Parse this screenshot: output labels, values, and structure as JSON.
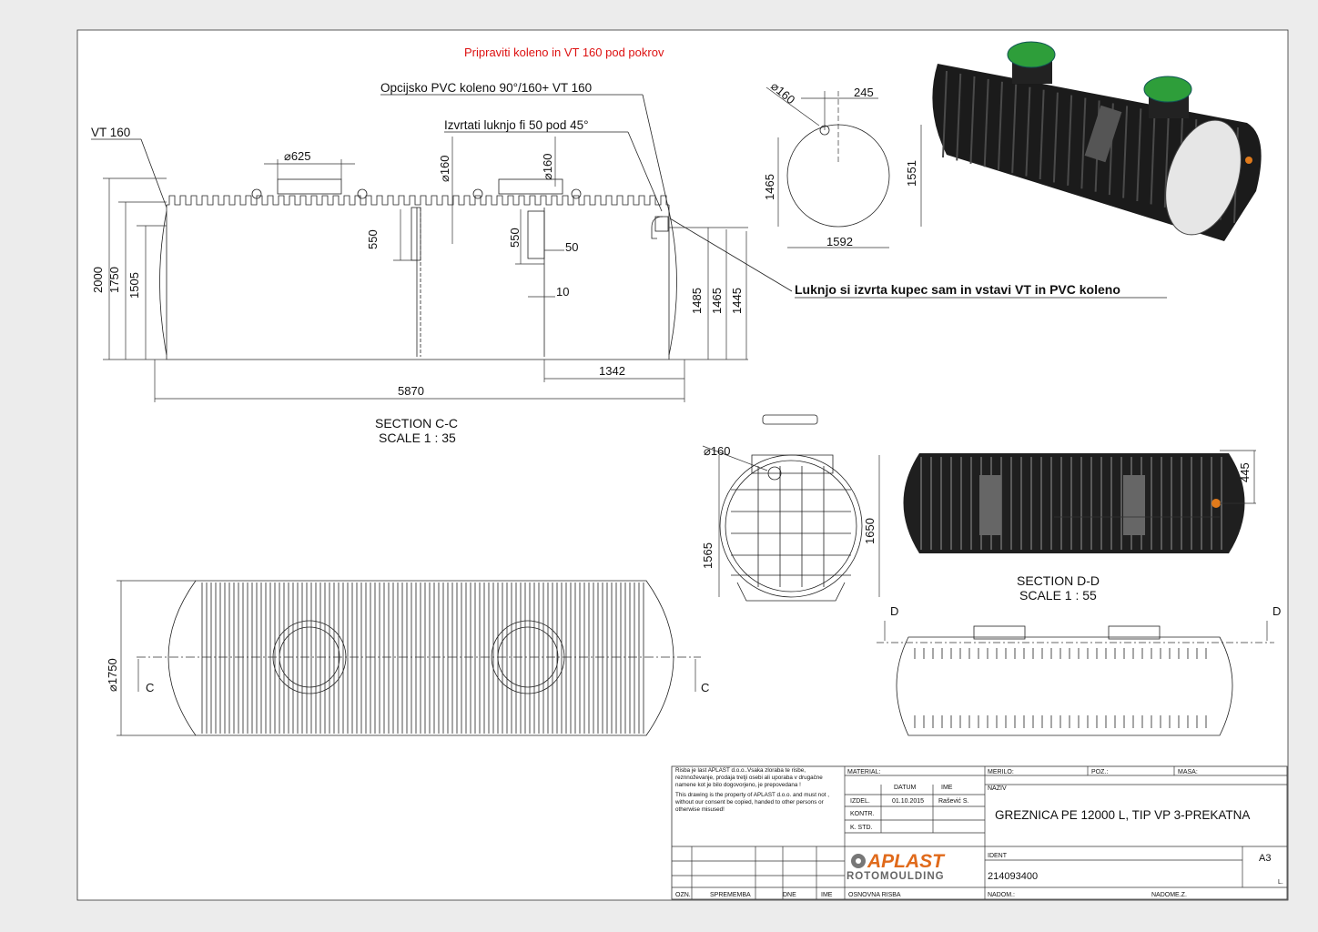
{
  "notes": {
    "top_red": "Pripraviti koleno in VT 160 pod pokrov",
    "pvc_elbow": "Opcijsko PVC koleno 90°/160+ VT 160",
    "drill_hole": "Izvrtati luknjo fi 50 pod 45°",
    "vt": "VT 160",
    "customer_drill": "Luknjo si izvrta kupec sam in vstavi VT in PVC koleno"
  },
  "dims": {
    "d625": "⌀625",
    "d160a": "⌀160",
    "d160b": "⌀160",
    "h2000": "2000",
    "h1750": "1750",
    "h1505": "1505",
    "h550a": "550",
    "h550b": "550",
    "w50": "50",
    "w10": "10",
    "h1485": "1485",
    "h1465": "1465",
    "h1445": "1445",
    "w1342": "1342",
    "w5870": "5870",
    "e_d160": "⌀160",
    "e_245": "245",
    "e_1465": "1465",
    "e_1551": "1551",
    "e_1592": "1592",
    "s_d160": "⌀160",
    "s_1565": "1565",
    "s_1650": "1650",
    "p_d1750": "⌀1750",
    "dd_445": "445",
    "cut_c": "C",
    "cut_d": "D"
  },
  "section_cc": {
    "title": "SECTION C-C",
    "scale": "SCALE 1 : 35"
  },
  "section_dd": {
    "title": "SECTION D-D",
    "scale": "SCALE 1 : 55"
  },
  "title_block": {
    "notice_sl": "Risba je last APLAST d.o.o..Vsaka zloraba te risbe, reznnoževanje, prodaja tretji osebi ali uporaba v drugačne namene kot je bilo dogovorjeno, je prepovedana !",
    "notice_en": "This drawing is the property of APLAST d.o.o. and must not , without our consent be copied, handed to other persons or otherwise misused!",
    "material_label": "MATERIAL:",
    "merilo_label": "MERILO:",
    "poz_label": "POZ.:",
    "masa_label": "MASA:",
    "naziv_label": "NAZIV",
    "datum_label": "DATUM",
    "ime_label": "IME",
    "izdel_label": "IZDEL.",
    "izdel_date": "01.10.2015",
    "izdel_name": "Rašević S.",
    "kontr_label": "KONTR.",
    "kstd_label": "K. STD.",
    "name": "GREZNICA  PE 12000 L, TIP VP  3-PREKATNA",
    "ident_label": "IDENT",
    "ident": "214093400",
    "format": "A3",
    "sheet": "L.",
    "company_main": "APLAST",
    "company_sub": "ROTOMOULDING",
    "ozn": "OZN.",
    "sprememba": "SPREMEMBA",
    "dne": "DNE",
    "ime2": "IME",
    "osnovna": "OSNOVNA RISBA",
    "nadom": "NADOM.:",
    "nadomez": "NADOME.Z."
  },
  "colors": {
    "note": "#d11111",
    "line": "#222222",
    "tank": "#1a1a1a",
    "cover": "#2e9e3a",
    "logo_orange": "#e06a1b"
  }
}
